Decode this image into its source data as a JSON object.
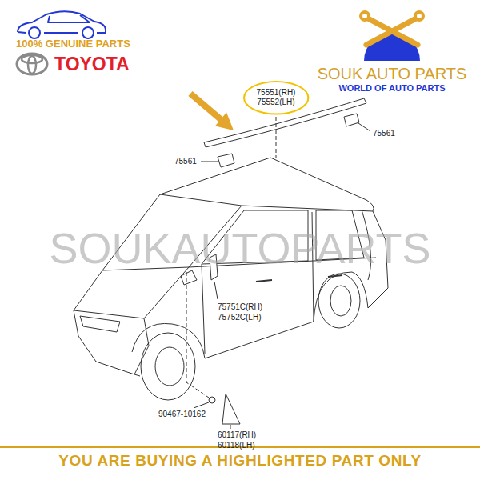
{
  "diagram": {
    "nodes": [
      {
        "text": [
          "75551(RH)",
          "75552(LH)"
        ]
      }
    ],
    "labels": [
      "100% GENUINE PARTS",
      "TOYOTA",
      "SOUK AUTO PARTS",
      "WORLD OF AUTO PARTS",
      "75561",
      "75561",
      "SOUKAUTOPARTS",
      "75751C(RH)",
      "75752C(LH)",
      "90467-10162",
      "60117(RH)",
      "60118(LH)",
      "YOU ARE BUYING A HIGHLIGHTED PART ONLY"
    ]
  }
}
